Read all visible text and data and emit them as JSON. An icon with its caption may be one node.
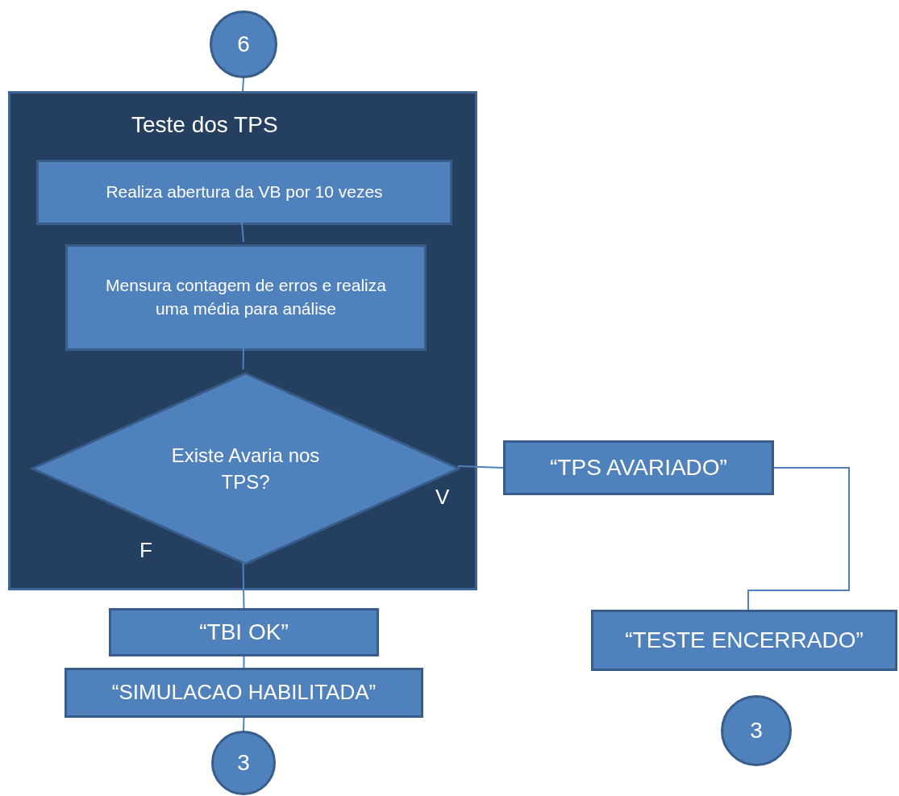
{
  "diagram": {
    "nodes": [
      {
        "text": [
          "6"
        ]
      },
      {
        "text": [
          "Teste dos TPS"
        ]
      },
      {
        "text": [
          "Realiza abertura da VB por 10 vezes"
        ],
        "in": 1
      },
      {
        "text": [
          "Mensura contagem de erros e realiza uma média para análise"
        ],
        "in": 1
      },
      {
        "text": [
          "Existe Avaria nos TPS?"
        ],
        "in": 1
      },
      {
        "text": [
          "“TPS AVARIADO”"
        ]
      },
      {
        "text": [
          "“TBI OK”"
        ]
      },
      {
        "text": [
          "“SIMULACAO HABILITADA”"
        ]
      },
      {
        "text": [
          "“TESTE ENCERRADO”"
        ]
      },
      {
        "text": [
          "3"
        ]
      },
      {
        "text": [
          "3"
        ]
      }
    ],
    "edges": [
      {
        "from": 0,
        "to": 1,
        "arrow": "none"
      },
      {
        "from": 2,
        "to": 3,
        "arrow": "none"
      },
      {
        "from": 3,
        "to": 4,
        "arrow": "none"
      },
      {
        "from": 4,
        "to": 5,
        "arrow": "none",
        "label": "V"
      },
      {
        "from": 4,
        "to": 6,
        "arrow": "none",
        "label": "F"
      },
      {
        "from": 6,
        "to": 7,
        "arrow": "none"
      },
      {
        "from": 7,
        "to": 9,
        "arrow": "none"
      },
      {
        "from": 5,
        "to": 8,
        "arrow": "none"
      }
    ]
  }
}
